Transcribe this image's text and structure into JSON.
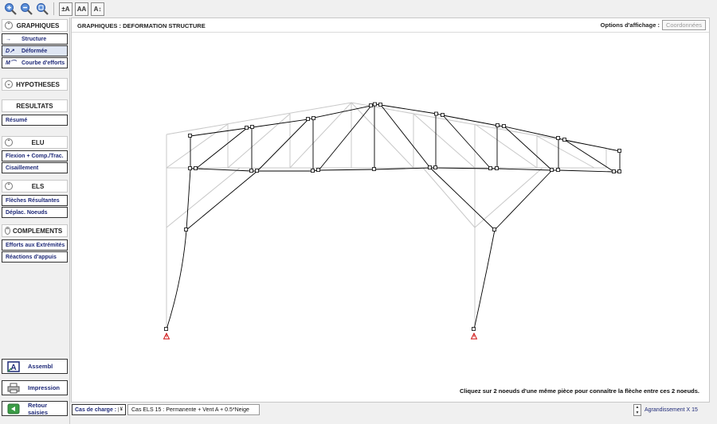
{
  "toolbar": {
    "buttons": [
      {
        "name": "zoom-in-icon"
      },
      {
        "name": "zoom-out-icon"
      },
      {
        "name": "zoom-fit-icon"
      },
      {
        "name": "text-smaller-icon",
        "label": "±A"
      },
      {
        "name": "text-size-icon",
        "label": "AA"
      },
      {
        "name": "text-larger-icon",
        "label": "A↕"
      }
    ]
  },
  "sidebar": {
    "graphiques": {
      "title": "GRAPHIQUES",
      "items": [
        {
          "icon": "→",
          "label": "Structure"
        },
        {
          "icon": "D↗",
          "label": "Déformée"
        },
        {
          "icon": "M⌒",
          "label": "Courbe d'efforts"
        }
      ]
    },
    "hypotheses": {
      "title": "HYPOTHESES"
    },
    "resultats": {
      "title": "RESULTATS",
      "items": [
        {
          "label": "Résumé"
        }
      ]
    },
    "elu": {
      "title": "ELU",
      "items": [
        {
          "label": "Flexion + Comp./Trac."
        },
        {
          "label": "Cisaillement"
        }
      ]
    },
    "els": {
      "title": "ELS",
      "items": [
        {
          "label": "Flèches Résultantes"
        },
        {
          "label": "Déplac. Noeuds"
        }
      ]
    },
    "complements": {
      "title": "COMPLEMENTS",
      "items": [
        {
          "label": "Efforts aux Extrémités"
        },
        {
          "label": "Réactions d'appuis"
        }
      ]
    },
    "assembl": "Assembl",
    "impression": "Impression",
    "retour": "Retour saisies"
  },
  "main": {
    "title": "GRAPHIQUES : DEFORMATION STRUCTURE",
    "options_label": "Options d'affichage :",
    "options_button": "Coordonnées",
    "hint": "Cliquez sur 2 noeuds d'une même pièce pour connaître la flèche entre ces 2 noeuds."
  },
  "bottom": {
    "case_label": "Cas de charge :",
    "case_dropdown": "¥",
    "case_value": "Cas ELS 15 :  Permanente + Vent A + 0.5*Neige",
    "zoom_label": "Agrandissement X 15"
  },
  "colors": {
    "accent_text": "#1f2a78",
    "deformed": "#000000",
    "initial": "#c8c8c8",
    "support": "#cc0000"
  }
}
